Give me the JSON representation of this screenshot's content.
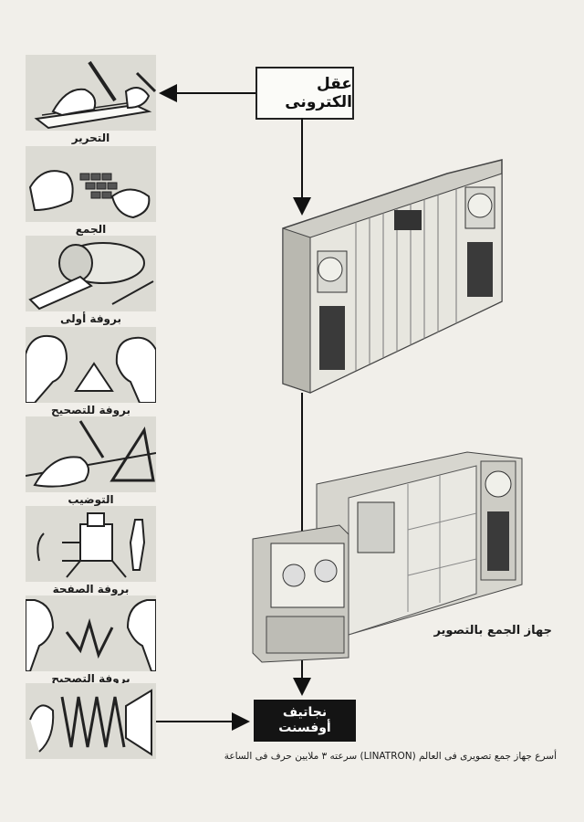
{
  "stages": [
    {
      "label": "التحرير",
      "icon": "writing-hand-icon"
    },
    {
      "label": "الجمع",
      "icon": "typing-hands-icon"
    },
    {
      "label": "بروفة أولى",
      "icon": "proof-press-icon"
    },
    {
      "label": "بروفة للتصحيح",
      "icon": "correcting-people-icon"
    },
    {
      "label": "التوضيب",
      "icon": "makeup-tools-icon"
    },
    {
      "label": "بروفة الصفحة",
      "icon": "page-proof-press-icon"
    },
    {
      "label": "بروفة التصحيح",
      "icon": "final-correction-icon"
    },
    {
      "label": "",
      "icon": "photographic-plate-icon"
    }
  ],
  "computer_box": "عقل الكترونى",
  "computer_label_photo": "جهاز الجمع بالتصوير",
  "output_box": {
    "line1": "نجاتيف",
    "line2": "أوفسنت"
  },
  "caption": "أسرع جهاز جمع تصويرى فى العالم (LINATRON) سرعته ٣ ملايين حرف فى الساعة"
}
